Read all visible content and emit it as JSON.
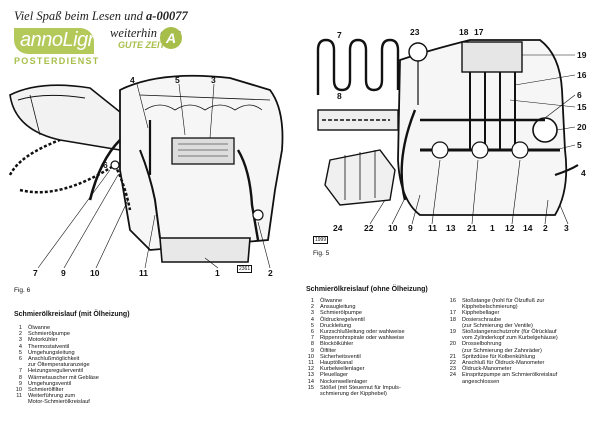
{
  "header": {
    "tagline_pre": "Viel Spaß beim Lesen und",
    "code": "a-00077",
    "tagline_post": "weiterhin eine",
    "logo_text": "annoLigne",
    "logo_sub": "POSTERDIENST",
    "gute_zeit": "GUTE ZEIT",
    "badge": "A"
  },
  "fig6": {
    "caption": "Fig. 6",
    "title": "Schmierölkreislauf (mit Ölheizung)",
    "callouts": [
      "4",
      "5",
      "3",
      "6",
      "7",
      "9",
      "10",
      "11",
      "1",
      "2"
    ],
    "plate": "2361",
    "legend": [
      {
        "n": "1",
        "t": "Ölwanne"
      },
      {
        "n": "2",
        "t": "Schmierölpumpe"
      },
      {
        "n": "3",
        "t": "Motorkühler"
      },
      {
        "n": "4",
        "t": "Thermostatventil"
      },
      {
        "n": "5",
        "t": "Umgehungsleitung"
      },
      {
        "n": "6",
        "t": "Anschlußmöglichkeit"
      },
      {
        "n": "",
        "t": "zur Öltemperaturanzeige"
      },
      {
        "n": "7",
        "t": "Heizungsregulierventil"
      },
      {
        "n": "8",
        "t": "Wärmetauscher mit Gebläse"
      },
      {
        "n": "9",
        "t": "Umgehungsventil"
      },
      {
        "n": "10",
        "t": "Schmierölfilter"
      },
      {
        "n": "11",
        "t": "Weiterführung zum"
      },
      {
        "n": "",
        "t": "Motor-Schmierölkreislauf"
      }
    ]
  },
  "fig5": {
    "caption": "Fig. 5",
    "title": "Schmierölkreislauf (ohne Ölheizung)",
    "callouts": [
      "7",
      "23",
      "18",
      "17",
      "19",
      "16",
      "6",
      "15",
      "20",
      "5",
      "4",
      "8",
      "24",
      "22",
      "10",
      "9",
      "11",
      "13",
      "21",
      "1",
      "12",
      "14",
      "2",
      "3"
    ],
    "plate": "1999",
    "legend_a": [
      {
        "n": "1",
        "t": "Ölwanne"
      },
      {
        "n": "2",
        "t": "Ansaugleitung"
      },
      {
        "n": "3",
        "t": "Schmierölpumpe"
      },
      {
        "n": "4",
        "t": "Öldruckregelventil"
      },
      {
        "n": "5",
        "t": "Druckleitung"
      },
      {
        "n": "6",
        "t": "Kurzschlußleitung oder wahlweise"
      },
      {
        "n": "7",
        "t": "Rippenrohrspirale oder wahlweise"
      },
      {
        "n": "8",
        "t": "Blockölkühler"
      },
      {
        "n": "9",
        "t": "Ölfilter"
      },
      {
        "n": "10",
        "t": "Sicherheitsventil"
      },
      {
        "n": "11",
        "t": "Hauptölkanal"
      },
      {
        "n": "12",
        "t": "Kurbelwellenlager"
      },
      {
        "n": "13",
        "t": "Pleuellager"
      },
      {
        "n": "14",
        "t": "Nockenwellenlager"
      },
      {
        "n": "15",
        "t": "Stößel (mit Steuernut für Impuls-"
      },
      {
        "n": "",
        "t": "schmierung der Kipphebel)"
      }
    ],
    "legend_b": [
      {
        "n": "16",
        "t": "Stoßstange (hohl für Ölzufluß zur"
      },
      {
        "n": "",
        "t": "Kipphebelschmierung)"
      },
      {
        "n": "17",
        "t": "Kipphebellager"
      },
      {
        "n": "18",
        "t": "Dosierschraube"
      },
      {
        "n": "",
        "t": "(zur Schmierung der Ventile)"
      },
      {
        "n": "19",
        "t": "Stoßstangenschutzrohr (für Ölrücklauf"
      },
      {
        "n": "",
        "t": "vom Zylinderkopf zum Kurbelgehäuse)"
      },
      {
        "n": "20",
        "t": "Drosselbohrung"
      },
      {
        "n": "",
        "t": "(zur Schmierung der Zahnräder)"
      },
      {
        "n": "21",
        "t": "Spritzdüse für Kolbenkühlung"
      },
      {
        "n": "22",
        "t": "Anschluß für Öldruck-Manometer"
      },
      {
        "n": "23",
        "t": "Öldruck-Manometer"
      },
      {
        "n": "24",
        "t": "Einspritzpumpe am Schmierölkreislauf"
      },
      {
        "n": "",
        "t": "angeschlossen"
      }
    ]
  }
}
